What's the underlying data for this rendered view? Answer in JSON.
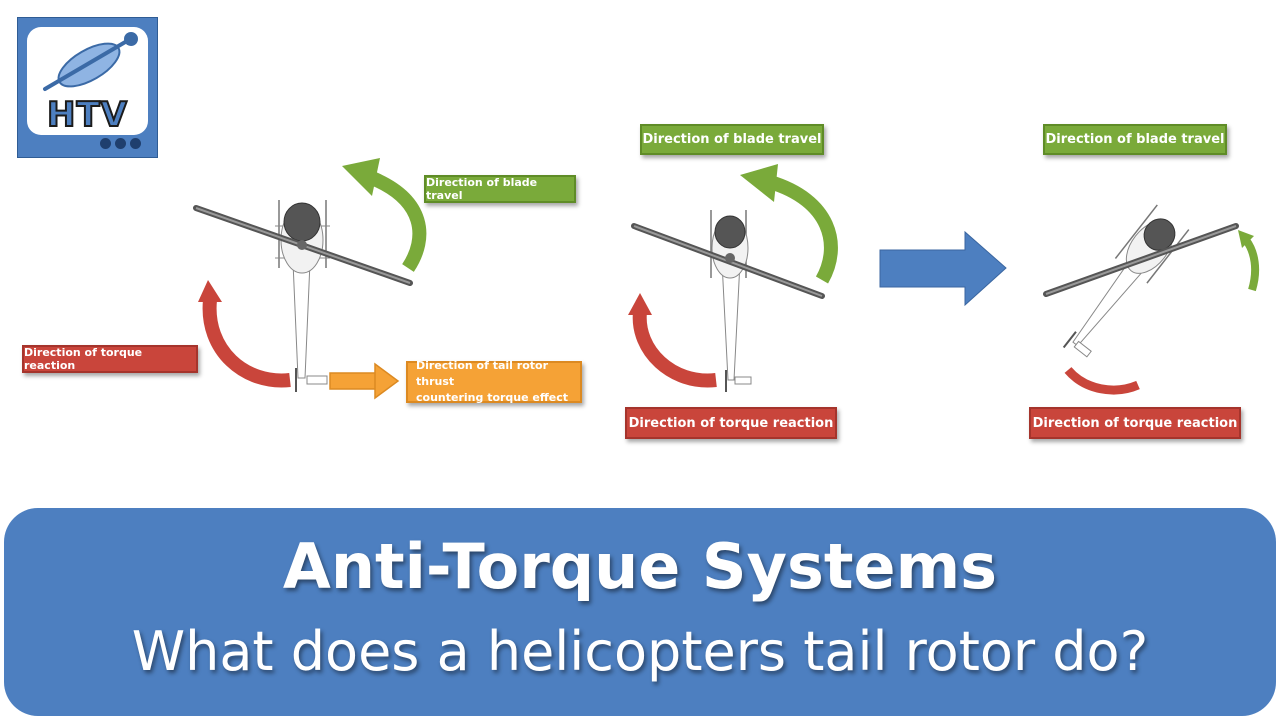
{
  "logo": {
    "text": "HTV",
    "icon": "helicopter-icon"
  },
  "diagram_1": {
    "blade_travel_label": "Direction of blade travel",
    "torque_reaction_label": "Direction of torque reaction",
    "tail_thrust_label_line1": "Direction of tail rotor thrust",
    "tail_thrust_label_line2": "countering torque effect"
  },
  "diagram_2": {
    "blade_travel_label": "Direction of blade travel",
    "torque_reaction_label": "Direction of torque reaction"
  },
  "diagram_3": {
    "blade_travel_label": "Direction of blade travel",
    "torque_reaction_label": "Direction of torque reaction"
  },
  "colors": {
    "green": "#7aaa3a",
    "red": "#c9453b",
    "orange": "#f5a236",
    "blue": "#4d7fc0"
  },
  "banner": {
    "title": "Anti-Torque Systems",
    "subtitle": "What does a helicopters tail rotor do?"
  }
}
